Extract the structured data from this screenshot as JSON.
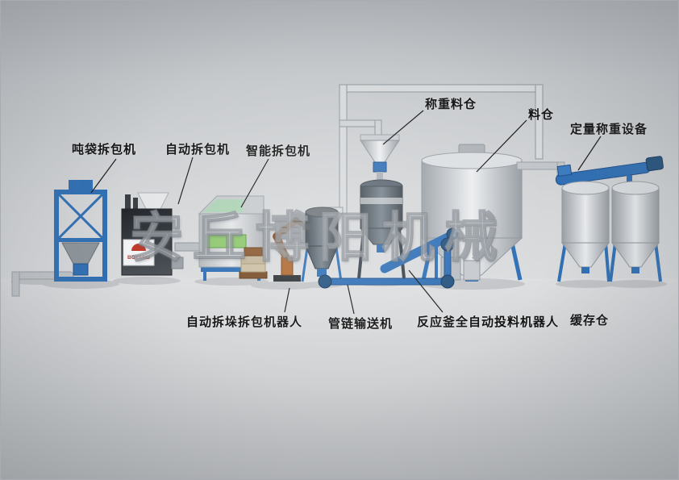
{
  "watermark": "安丘博阳机械",
  "brand": {
    "logo_text": "BOYANG"
  },
  "labels": {
    "ton_bag_unpacker": "吨袋拆包机",
    "auto_unpacker": "自动拆包机",
    "smart_unpacker": "智能拆包机",
    "weighing_hopper": "称重料仓",
    "silo": "料仓",
    "quantitative_weighing": "定量称重设备",
    "destacking_robot": "自动拆垛拆包机器人",
    "tube_chain_conveyor": "管链输送机",
    "reactor_feeding_robot": "反应釜全自动投料机器人",
    "buffer_silo": "缓存仓"
  },
  "colors": {
    "machine_blue": "#2f6fb5",
    "steel_light": "#dfe1e3",
    "dark_body": "#3a3f45",
    "robot_orange": "#b06a32",
    "background_gray": "#d4d6d8"
  }
}
